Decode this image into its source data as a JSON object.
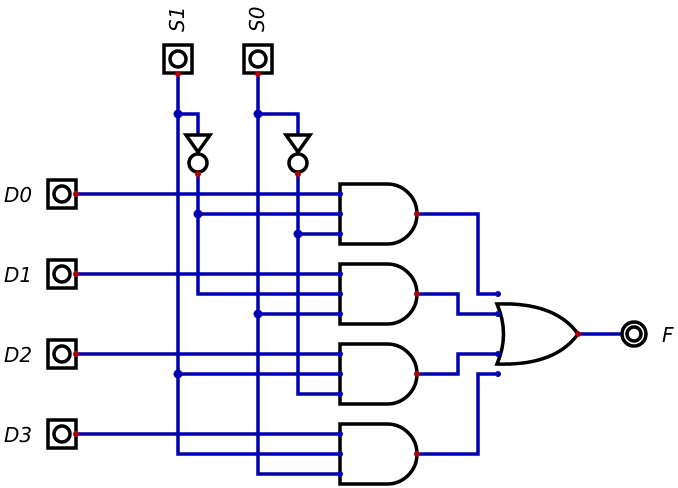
{
  "title": "4-to-1 multiplexer",
  "inputs": {
    "s1": "S1",
    "s0": "S0",
    "d0": "D0",
    "d1": "D1",
    "d2": "D2",
    "d3": "D3"
  },
  "output": {
    "f": "F"
  },
  "colors": {
    "wire": "#0000b0",
    "output_pin": "#b00000",
    "gate": "#000000"
  }
}
